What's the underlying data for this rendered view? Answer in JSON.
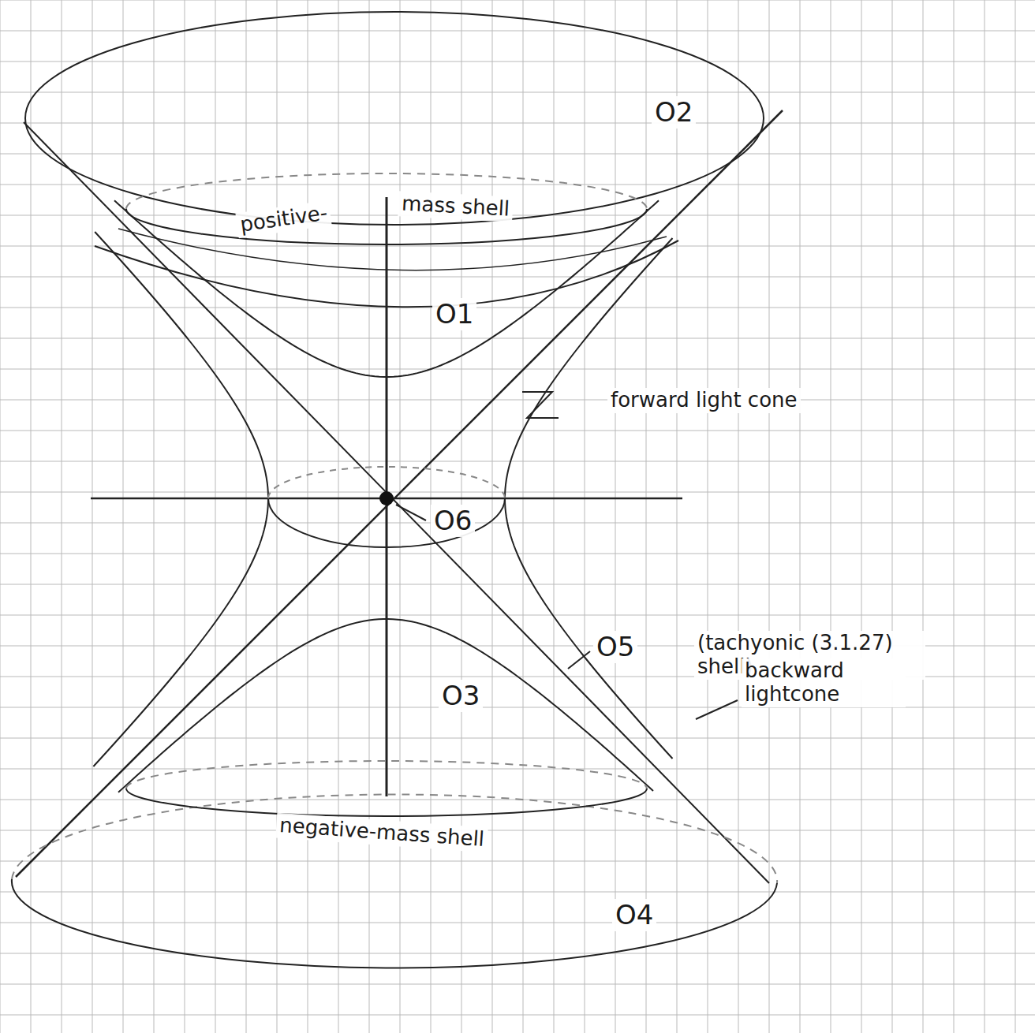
{
  "diagram": {
    "labels": [
      "O2",
      "positive-",
      "mass shell",
      "O1",
      "forward light cone",
      "O6",
      "O5",
      "(tachyonic (3.1.27) shell)",
      "O3",
      "backward lightcone",
      "negative-mass shell",
      "O4"
    ]
  }
}
